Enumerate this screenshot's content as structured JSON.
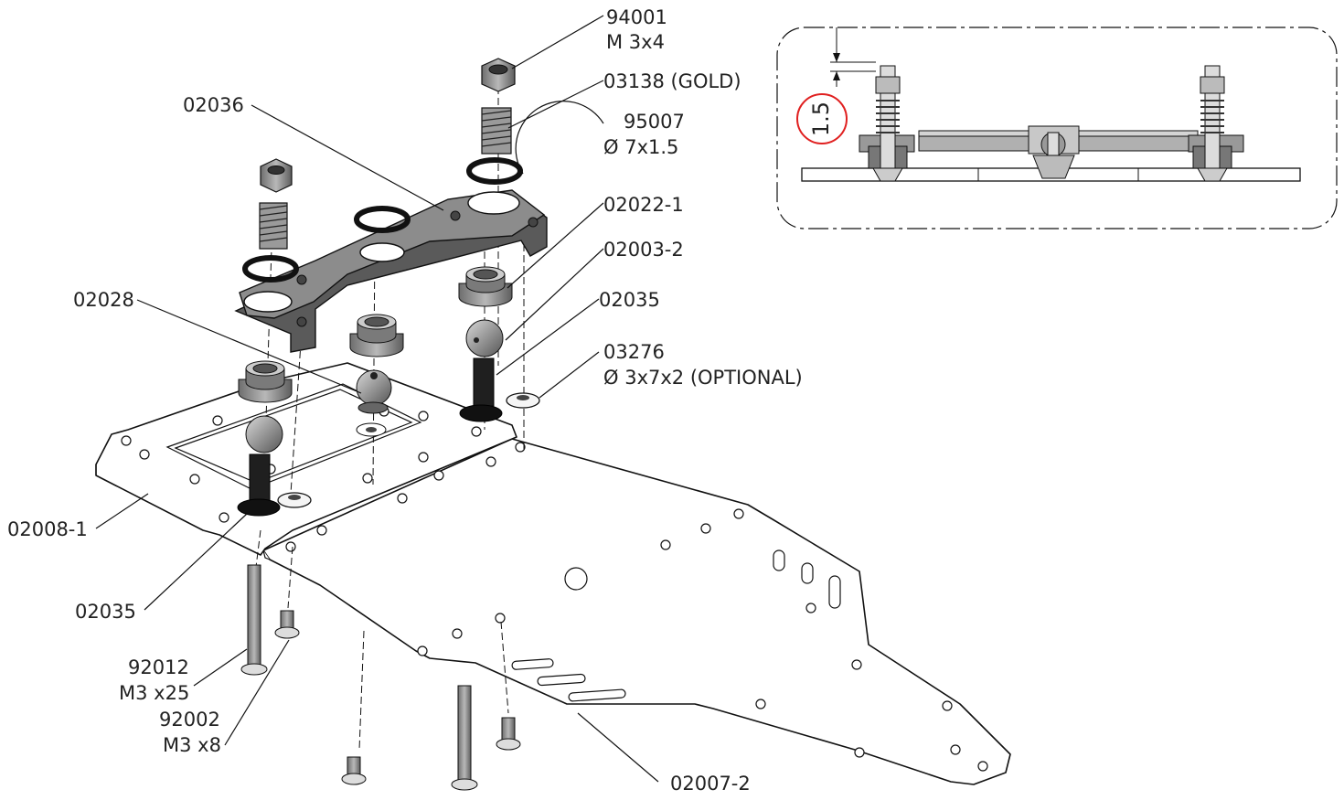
{
  "labels": {
    "nut": "94001",
    "nut_size": "M 3x4",
    "spring_gold": "03138 (GOLD)",
    "bridge": "02036",
    "oring": "95007",
    "oring_size": "Ø 7x1.5",
    "bushing": "02022-1",
    "ball": "02003-2",
    "pivot_right": "02035",
    "pivot_left": "02035",
    "ball_cup": "02028",
    "washer": "03276",
    "washer_size": "Ø 3x7x2 (OPTIONAL)",
    "upper_plate": "02008-1",
    "screw_long": "92012",
    "screw_long_size": "M3 x25",
    "screw_short": "92002",
    "screw_short_size": "M3 x8",
    "chassis": "02007-2"
  },
  "detail_view": {
    "dimension_value": "1.5"
  },
  "colors": {
    "line": "#111111",
    "metal": "#8a8a8a",
    "metal_light": "#b5b5b5",
    "rubber": "#1a1a1a",
    "highlight_circle": "#e02020"
  }
}
